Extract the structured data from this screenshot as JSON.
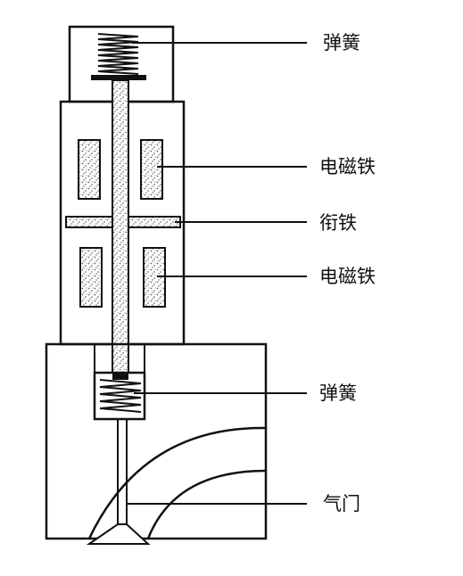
{
  "labels": {
    "spring_top": "弹簧",
    "electromagnet_upper": "电磁铁",
    "armature": "衔铁",
    "electromagnet_lower": "电磁铁",
    "spring_lower": "弹簧",
    "valve": "气门"
  },
  "colors": {
    "line": "#111111",
    "hatch": "#9a9a9a",
    "background": "#ffffff"
  }
}
